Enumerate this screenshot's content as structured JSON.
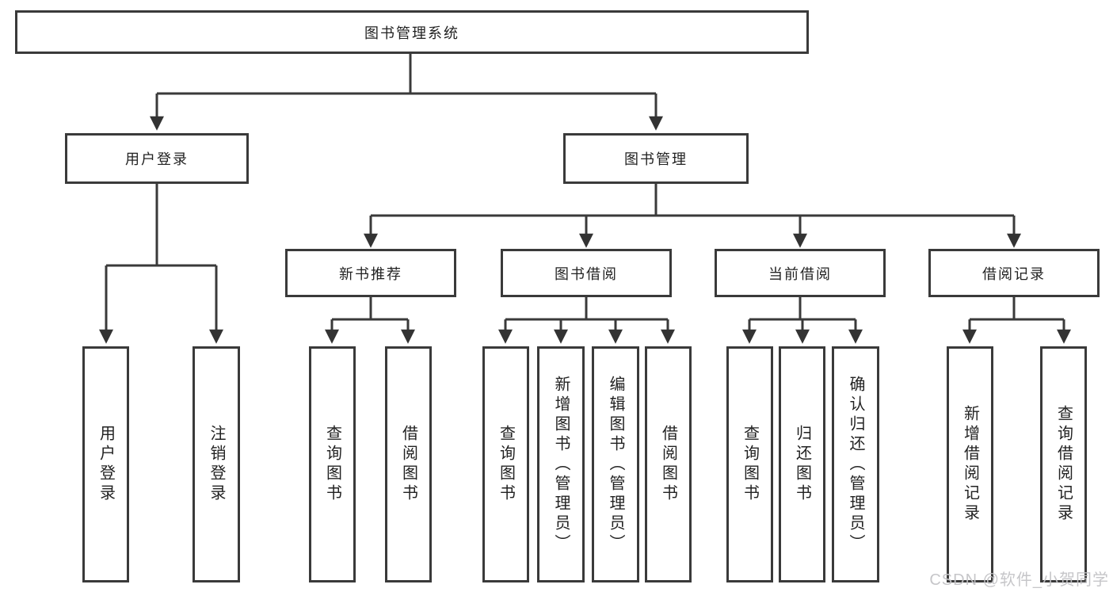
{
  "tree": {
    "root": {
      "label": "图书管理系统"
    },
    "branches": [
      {
        "label": "用户登录"
      },
      {
        "label": "图书管理"
      }
    ],
    "modules": [
      {
        "label": "新书推荐"
      },
      {
        "label": "图书借阅"
      },
      {
        "label": "当前借阅"
      },
      {
        "label": "借阅记录"
      }
    ],
    "leaves": {
      "login": [
        "用户登录",
        "注销登录"
      ],
      "recommend": [
        "查询图书",
        "借阅图书"
      ],
      "borrow": [
        "查询图书",
        "新增图书（管理员）",
        "编辑图书（管理员）",
        "借阅图书"
      ],
      "current": [
        "查询图书",
        "归还图书",
        "确认归还（管理员）"
      ],
      "records": [
        "新增借阅记录",
        "查询借阅记录"
      ]
    }
  },
  "watermark": {
    "text": "CSDN @软件_小贺同学"
  },
  "colors": {
    "line": "#3a3a3a",
    "text": "#222222",
    "watermark": "#c5c5c7",
    "background": "#ffffff"
  }
}
